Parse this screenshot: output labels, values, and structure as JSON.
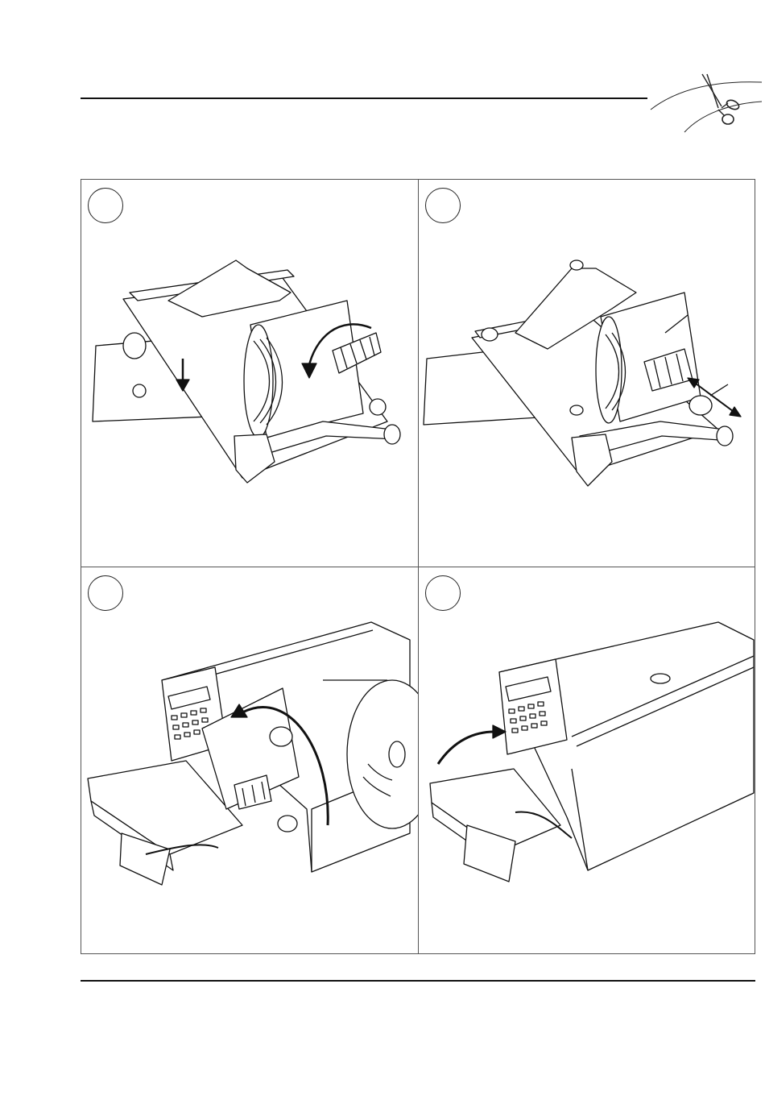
{
  "steps": [
    {
      "number": "",
      "illustration": "printhead-mechanism-open-lever"
    },
    {
      "number": "",
      "illustration": "printhead-mechanism-adjust-guide"
    },
    {
      "number": "",
      "illustration": "printer-front-cover-open"
    },
    {
      "number": "",
      "illustration": "printer-front-cover-close"
    }
  ],
  "icons": {
    "header": "scissors-icon"
  },
  "colors": {
    "line": "#111111",
    "frame": "#555555"
  }
}
